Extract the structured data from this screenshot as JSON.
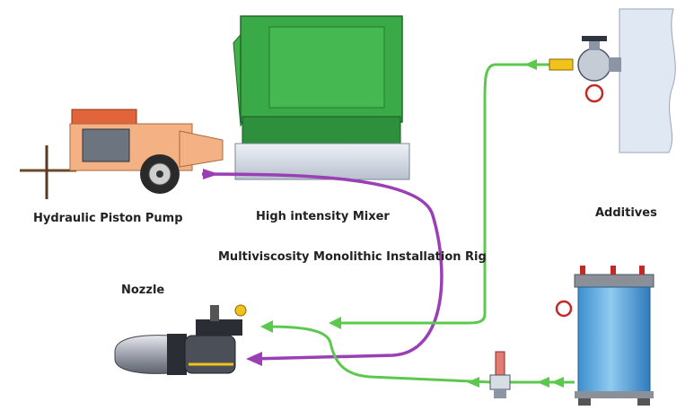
{
  "labels": {
    "pump": "Hydraulic Piston Pump",
    "mixer": "High intensity Mixer",
    "additives": "Additives",
    "rig": "Multiviscosity Monolithic  Installation  Rig",
    "nozzle": "Nozzle"
  },
  "colors": {
    "pipe_purple": "#9b3fb5",
    "pipe_green": "#5cc94e",
    "pump_orange": "#f4b183",
    "mixer_green": "#2ea043",
    "tank_blue": "#5aa9dd",
    "wall_blue": "#dfe8f3"
  },
  "icons": [
    "pump-machine",
    "mixer-machine",
    "additive-valve",
    "additive-tank",
    "flow-meter",
    "spray-nozzle"
  ]
}
